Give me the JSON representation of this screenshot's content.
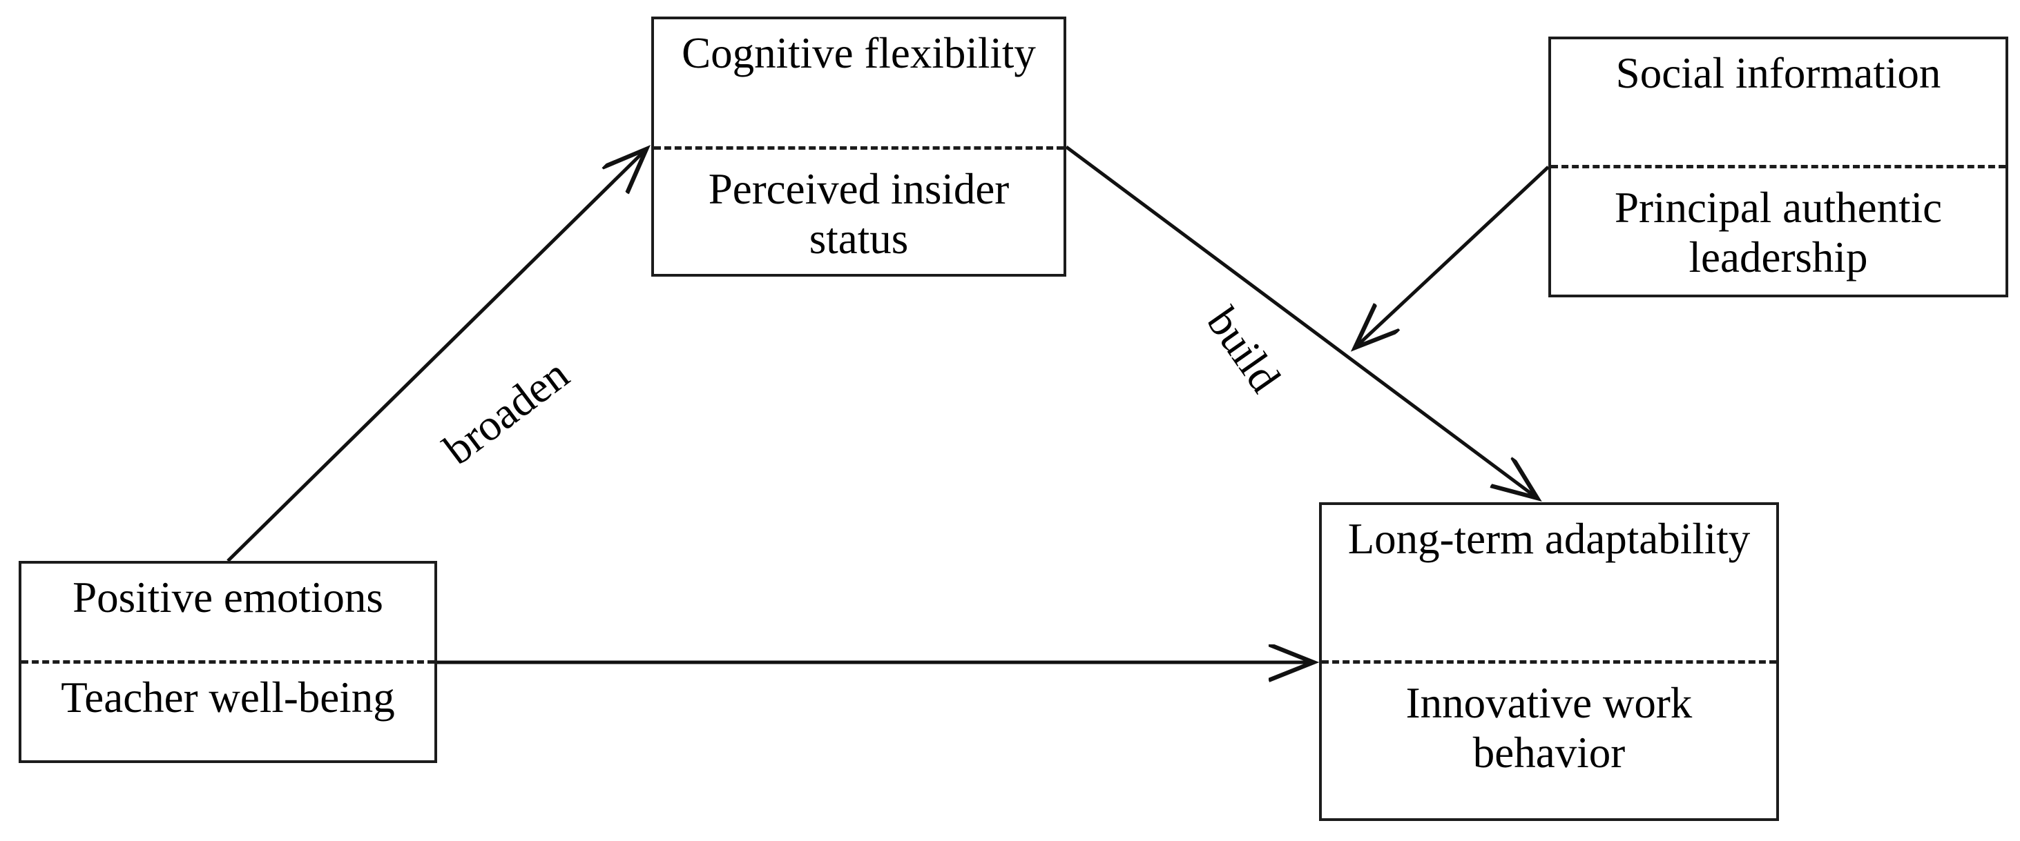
{
  "diagram": {
    "type": "conceptual-model",
    "background_color": "#ffffff",
    "line_color": "#1c1c1c",
    "text_color": "#000000",
    "nodes": [
      {
        "id": "cognitive-flexibility",
        "upper_label": "Cognitive flexibility",
        "lower_label": "Perceived insider status",
        "divider_style": "dashed"
      },
      {
        "id": "social-information",
        "upper_label": "Social information",
        "lower_label": "Principal authentic leadership",
        "divider_style": "dashed"
      },
      {
        "id": "positive-emotions",
        "upper_label": "Positive emotions",
        "lower_label": "Teacher well-being",
        "divider_style": "dashed"
      },
      {
        "id": "long-term-adaptability",
        "upper_label": "Long-term adaptability",
        "lower_label": "Innovative work behavior",
        "divider_style": "dashed"
      }
    ],
    "edges": [
      {
        "id": "broaden",
        "label": "broaden",
        "from": "positive-emotions",
        "to": "cognitive-flexibility",
        "arrow": "single"
      },
      {
        "id": "build",
        "label": "build",
        "from": "cognitive-flexibility",
        "to": "long-term-adaptability",
        "arrow": "single"
      },
      {
        "id": "direct-effect",
        "label": "",
        "from": "positive-emotions",
        "to": "long-term-adaptability",
        "arrow": "single"
      },
      {
        "id": "moderation",
        "label": "",
        "from": "social-information",
        "to": "build",
        "arrow": "single"
      }
    ]
  }
}
